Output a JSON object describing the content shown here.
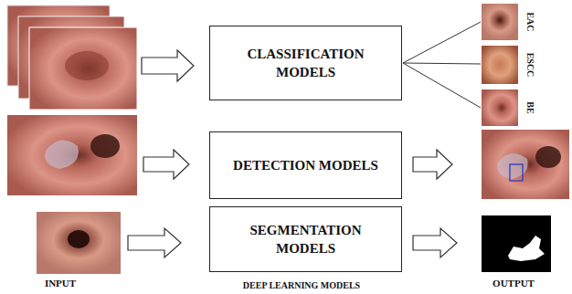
{
  "diagram": {
    "nodes": [
      {
        "text": [
          "CLASSIFICATION MODELS"
        ]
      },
      {
        "text": [
          "DETECTION MODELS"
        ]
      },
      {
        "text": [
          "SEGMENTATION MODELS"
        ]
      }
    ],
    "labels": [
      "EAC",
      "ESCC",
      "BE",
      "INPUT",
      "DEEP LEARNING MODELS",
      "OUTPUT"
    ]
  }
}
